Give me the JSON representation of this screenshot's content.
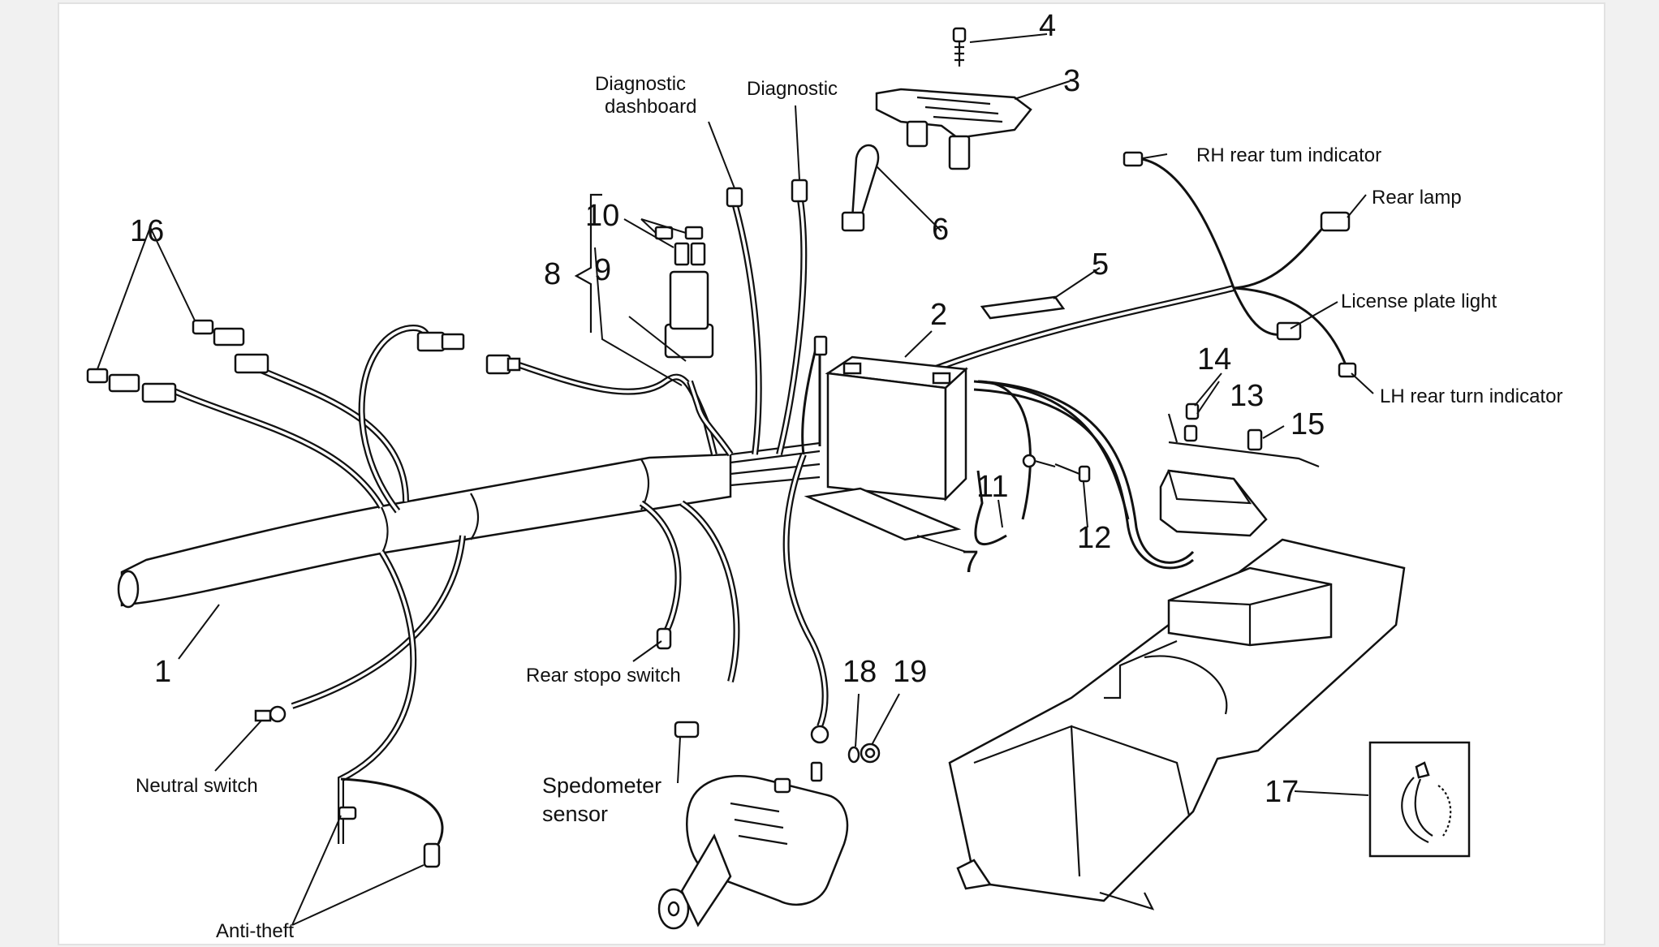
{
  "colors": {
    "background": "#f1f1f1",
    "panel": "#ffffff",
    "ink": "#111111"
  },
  "numbers": {
    "n1": "1",
    "n2": "2",
    "n3": "3",
    "n4": "4",
    "n5": "5",
    "n6": "6",
    "n7": "7",
    "n8": "8",
    "n9": "9",
    "n10": "10",
    "n11": "11",
    "n12": "12",
    "n13": "13",
    "n14": "14",
    "n15": "15",
    "n16": "16",
    "n17": "17",
    "n18": "18",
    "n19": "19"
  },
  "labels": {
    "diag_dash_1": "Diagnostic",
    "diag_dash_2": "dashboard",
    "diagnostic": "Diagnostic",
    "rh_rear": "RH rear tum indicator",
    "rear_lamp": "Rear lamp",
    "license": "License plate light",
    "lh_rear": "LH rear turn indicator",
    "rear_stop": "Rear stopo switch",
    "neutral": "Neutral switch",
    "speedo_1": "Spedometer",
    "speedo_2": "sensor",
    "antitheft": "Anti-theft"
  }
}
